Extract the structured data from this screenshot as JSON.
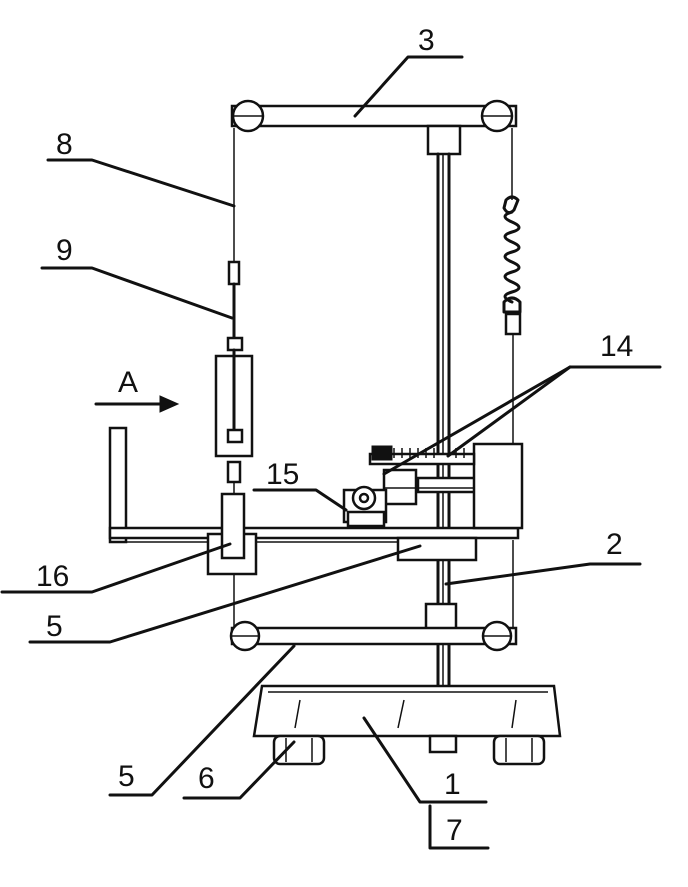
{
  "labels": {
    "l1": "1",
    "l2": "2",
    "l3": "3",
    "l5a": "5",
    "l5b": "5",
    "l6": "6",
    "l7": "7",
    "l8": "8",
    "l9": "9",
    "l14": "14",
    "l15": "15",
    "l16": "16",
    "arrow": "A"
  }
}
